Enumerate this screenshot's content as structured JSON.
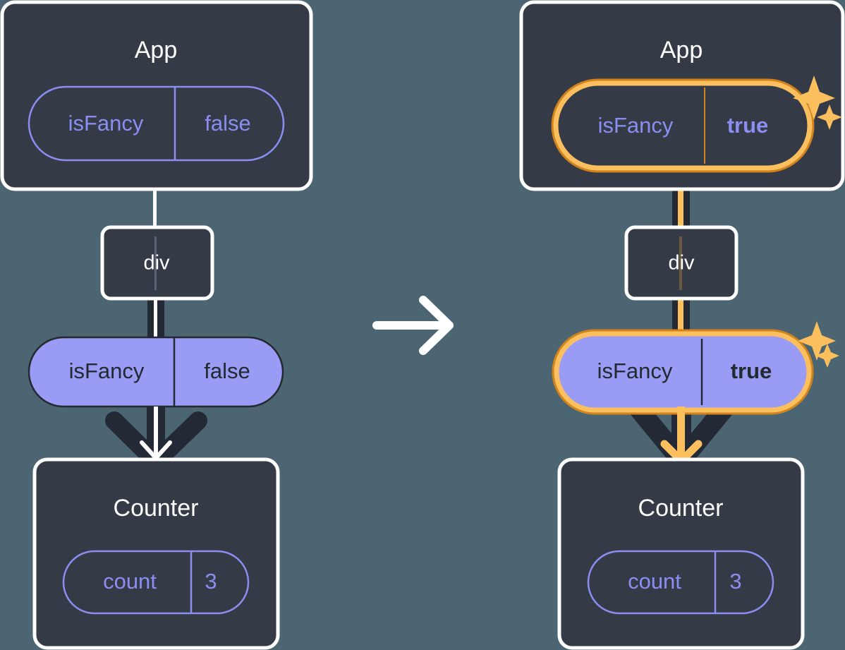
{
  "diagram": {
    "title": "React state update propagation diagram",
    "background_color": "#4b6573",
    "panels": [
      {
        "id": "before",
        "app": {
          "label": "App",
          "state_pill": {
            "name": "isFancy",
            "value": "false",
            "style": "outline",
            "highlighted": false,
            "bold_value": false
          }
        },
        "div": {
          "label": "div"
        },
        "prop_pill": {
          "name": "isFancy",
          "value": "false",
          "style": "filled",
          "highlighted": false,
          "bold_value": false
        },
        "counter": {
          "label": "Counter",
          "state_pill": {
            "name": "count",
            "value": "3",
            "style": "outline",
            "highlighted": false,
            "bold_value": false
          }
        },
        "connector_color": "#ffffff",
        "arrow_color": "#ffffff",
        "sparkles": false
      },
      {
        "id": "after",
        "app": {
          "label": "App",
          "state_pill": {
            "name": "isFancy",
            "value": "true",
            "style": "outline",
            "highlighted": true,
            "bold_value": true
          }
        },
        "div": {
          "label": "div"
        },
        "prop_pill": {
          "name": "isFancy",
          "value": "true",
          "style": "filled",
          "highlighted": true,
          "bold_value": true
        },
        "counter": {
          "label": "Counter",
          "state_pill": {
            "name": "count",
            "value": "3",
            "style": "outline",
            "highlighted": false,
            "bold_value": false
          }
        },
        "connector_color": "#fbbf5e",
        "arrow_color": "#fbbf5e",
        "sparkles": true
      }
    ],
    "transition_arrow": {
      "icon": "arrow-right-icon",
      "color": "#ffffff"
    },
    "colors": {
      "background": "#4b6573",
      "box_fill": "#343a46",
      "box_stroke": "#ffffff",
      "pill_outline_stroke": "#8b8ef0",
      "pill_outline_text": "#8b8ef0",
      "pill_filled_fill": "#9a9bf5",
      "pill_filled_stroke": "#24292f",
      "pill_filled_text": "#24292f",
      "highlight_outer": "#d3831b",
      "highlight_inner": "#fbbf5e",
      "sparkle": "#fbbf5e",
      "dark_arrow": "#242936"
    }
  }
}
